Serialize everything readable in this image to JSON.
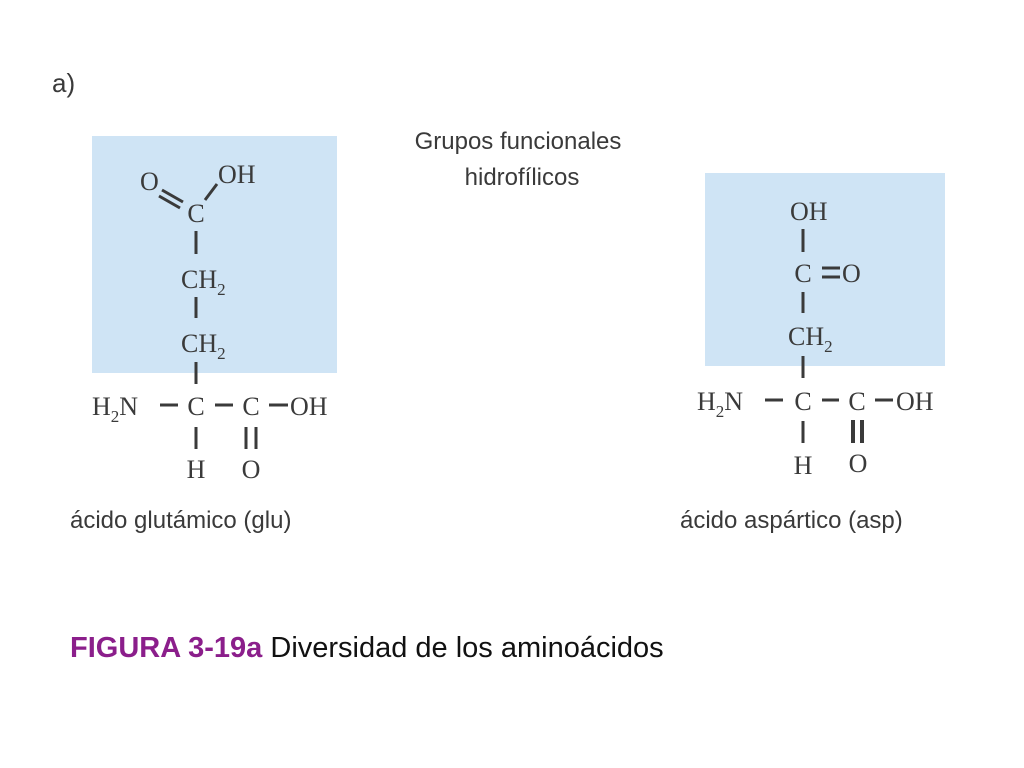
{
  "panel_label": "a)",
  "header": {
    "line1": "Grupos funcionales",
    "line2": "hidrofílicos"
  },
  "glutamic": {
    "name": "ácido glutámico (glu)",
    "atoms": {
      "o_top": "O",
      "oh_top": "OH",
      "c1": "C",
      "ch2_a": "CH",
      "ch2_a_sub": "2",
      "ch2_b": "CH",
      "ch2_b_sub": "2",
      "h2n": "H",
      "h2n_sub": "2",
      "h2n_n": "N",
      "c_alpha": "C",
      "c_carboxyl": "C",
      "oh_right": "OH",
      "h_bottom": "H",
      "o_bottom": "O"
    }
  },
  "aspartic": {
    "name": "ácido aspártico (asp)",
    "atoms": {
      "oh_top": "OH",
      "c1": "C",
      "o_side": "O",
      "ch2": "CH",
      "ch2_sub": "2",
      "h2n": "H",
      "h2n_sub": "2",
      "h2n_n": "N",
      "c_alpha": "C",
      "c_carboxyl": "C",
      "oh_right": "OH",
      "h_bottom": "H",
      "o_bottom": "O"
    }
  },
  "caption": {
    "figure_id": "FIGURA 3-19a",
    "text": " Diversidad de los aminoácidos"
  },
  "colors": {
    "highlight": "#cfe4f5",
    "figure_id": "#8b1e8b"
  }
}
